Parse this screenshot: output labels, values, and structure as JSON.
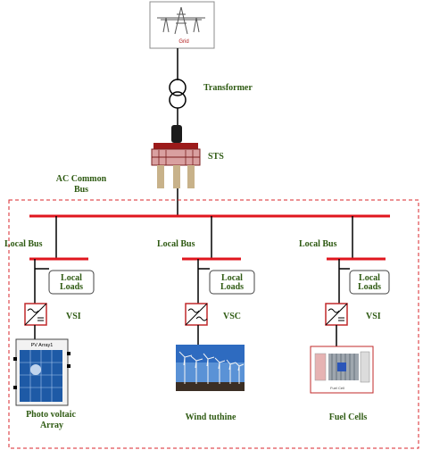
{
  "grid_label": "Grid",
  "transformer_label": "Transformer",
  "sts_label": "STS",
  "ac_bus_label_line1": "AC Common",
  "ac_bus_label_line2": "Bus",
  "branches": [
    {
      "bus_label": "Local Bus",
      "loads_line1": "Local",
      "loads_line2": "Loads",
      "converter_label": "VSI",
      "source_caption_line1": "Photo voltaic",
      "source_caption_line2": "Array",
      "source_block_label": "PV Array1"
    },
    {
      "bus_label": "Local Bus",
      "loads_line1": "Local",
      "loads_line2": "Loads",
      "converter_label": "VSC",
      "source_caption_line1": "Wind tuthine",
      "source_caption_line2": ""
    },
    {
      "bus_label": "Local Bus",
      "loads_line1": "Local",
      "loads_line2": "Loads",
      "converter_label": "VSI",
      "source_caption_line1": "Fuel Cells",
      "source_caption_line2": "",
      "source_block_label": "Fuel Cell"
    }
  ],
  "colors": {
    "bus": "#e0161e",
    "label": "#2e5a12",
    "dashed_border": "#d9262b",
    "wire": "#000000"
  }
}
